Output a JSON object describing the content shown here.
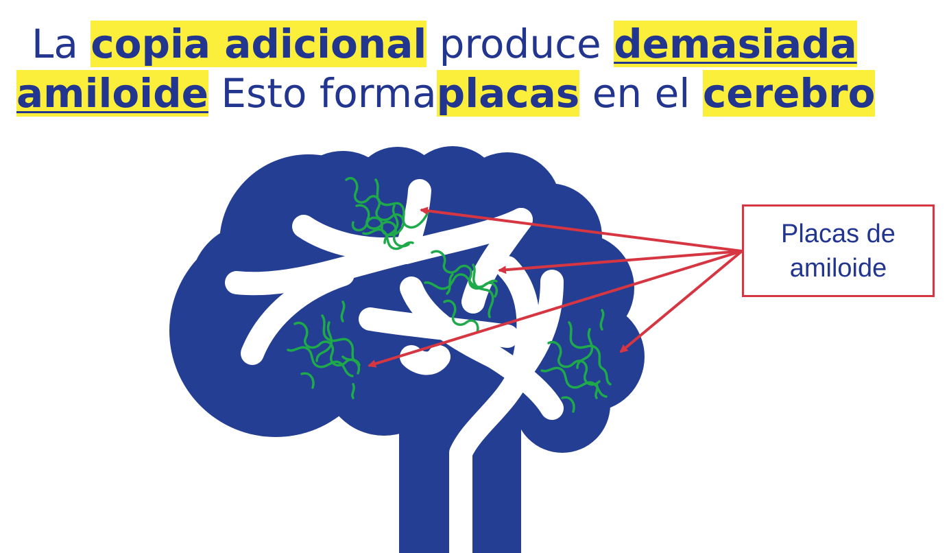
{
  "title": {
    "line1": {
      "w1": "La ",
      "w2": "copia adicional",
      "w3": " produce ",
      "w4": "demasiada"
    },
    "line2": {
      "w1": "amiloide",
      "w2": " Esto forma",
      "w3": "placas",
      "w4": " en el ",
      "w5": "cerebro"
    }
  },
  "callout": {
    "label": "Placas de amiloide"
  },
  "colors": {
    "brain": "#243e93",
    "highlight": "#fcef3c",
    "text": "#22358f",
    "arrow": "#d63642",
    "plaque": "#1ea94a"
  },
  "icons": {
    "brain": "brain-icon",
    "plaque": "amyloid-plaque-icon"
  }
}
